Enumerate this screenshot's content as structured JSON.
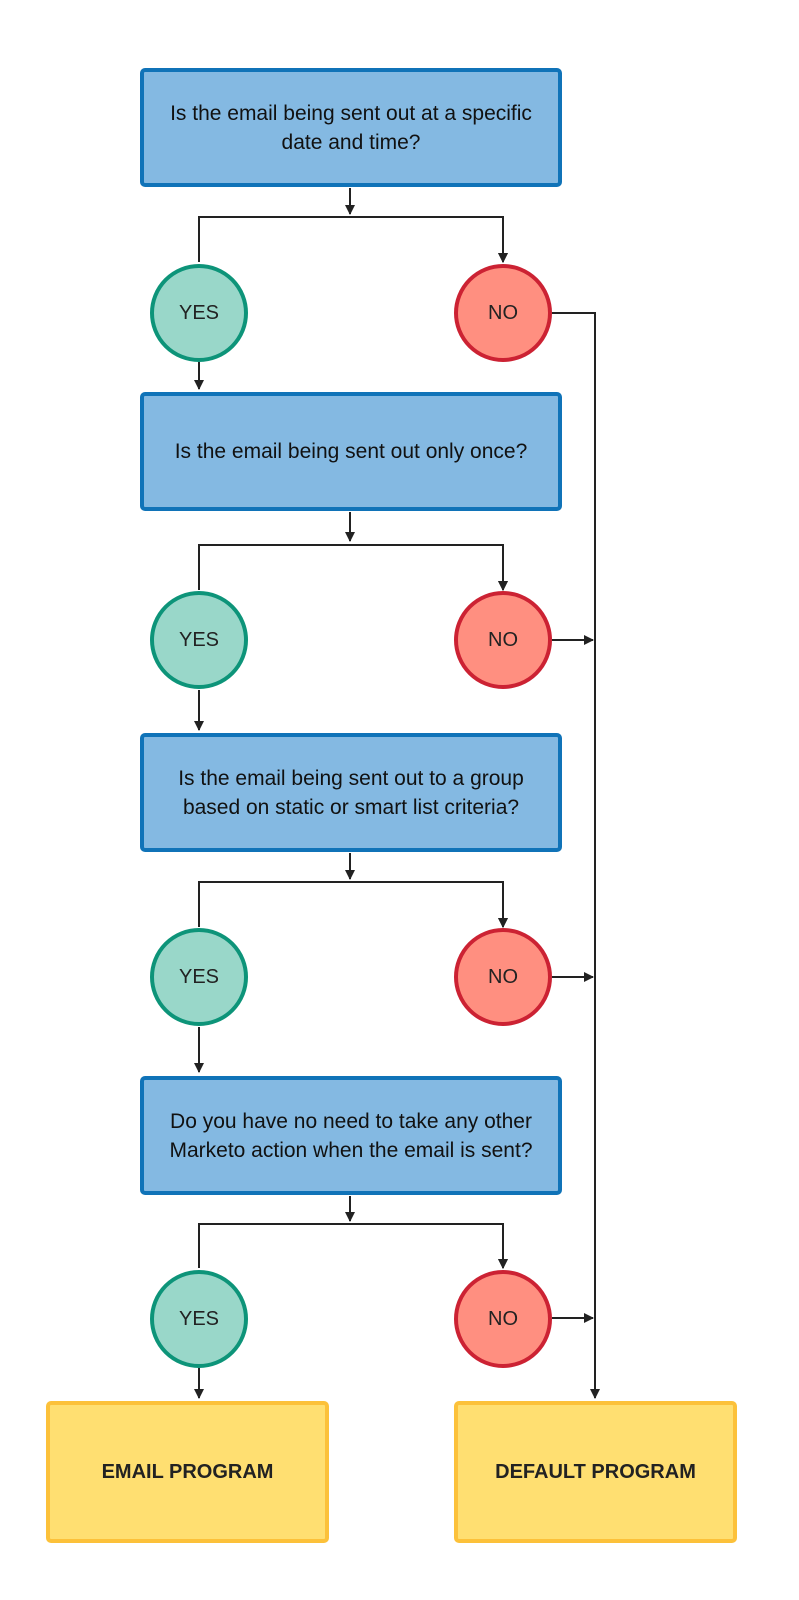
{
  "questions": [
    "Is the email being sent out at a specific date and time?",
    "Is the email being sent out only once?",
    "Is the email being sent out to a group based on static or smart list criteria?",
    "Do you have no need to take any other Marketo action when the email is sent?"
  ],
  "yes_label": "YES",
  "no_label": "NO",
  "outcomes": {
    "email": "EMAIL PROGRAM",
    "default": "DEFAULT PROGRAM"
  },
  "colors": {
    "question_fill": "#84b9e2",
    "question_border": "#1073b8",
    "yes_fill": "#99d7c9",
    "yes_border": "#0d9479",
    "no_fill": "#ff8f80",
    "no_border": "#cc2233",
    "outcome_fill": "#ffdf71",
    "outcome_border": "#fcc13a"
  }
}
